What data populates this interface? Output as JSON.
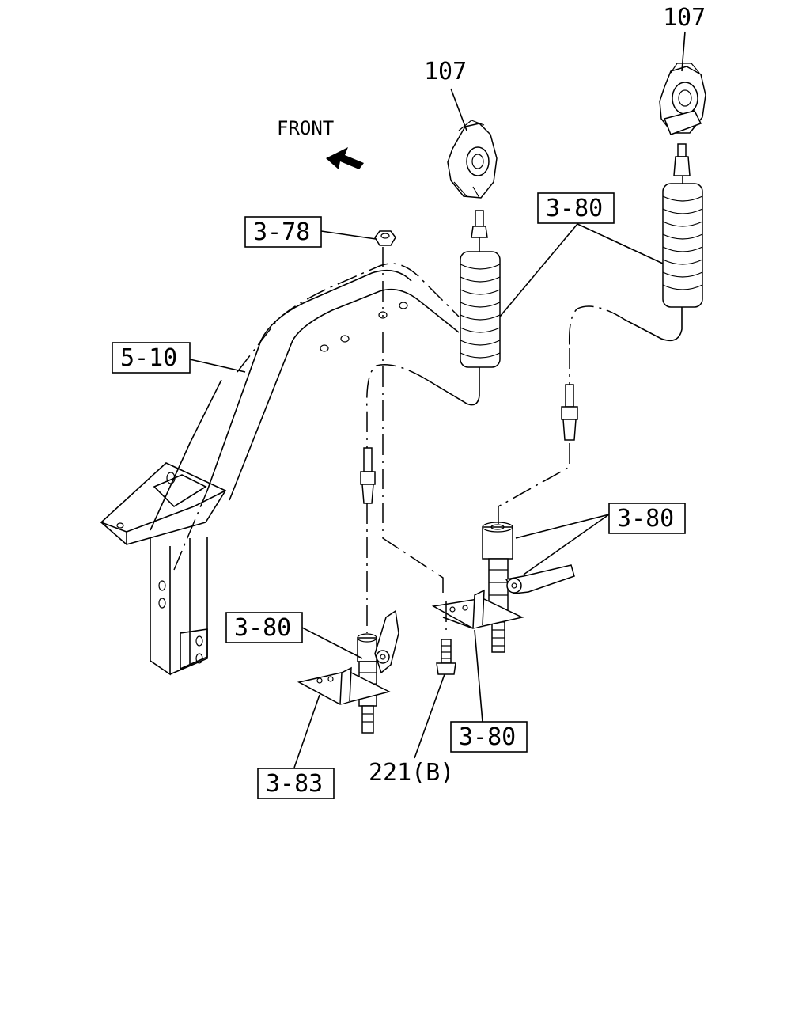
{
  "direction_label": "FRONT",
  "callouts": {
    "coupling_head_left": "107",
    "coupling_head_right": "107",
    "nut": "3-78",
    "coil_hose": "3-80",
    "frame": "5-10",
    "valve_right": "3-80",
    "valve_left": "3-80",
    "bracket_right": "3-80",
    "bracket_left": "3-83",
    "bolt": "221(B)"
  }
}
